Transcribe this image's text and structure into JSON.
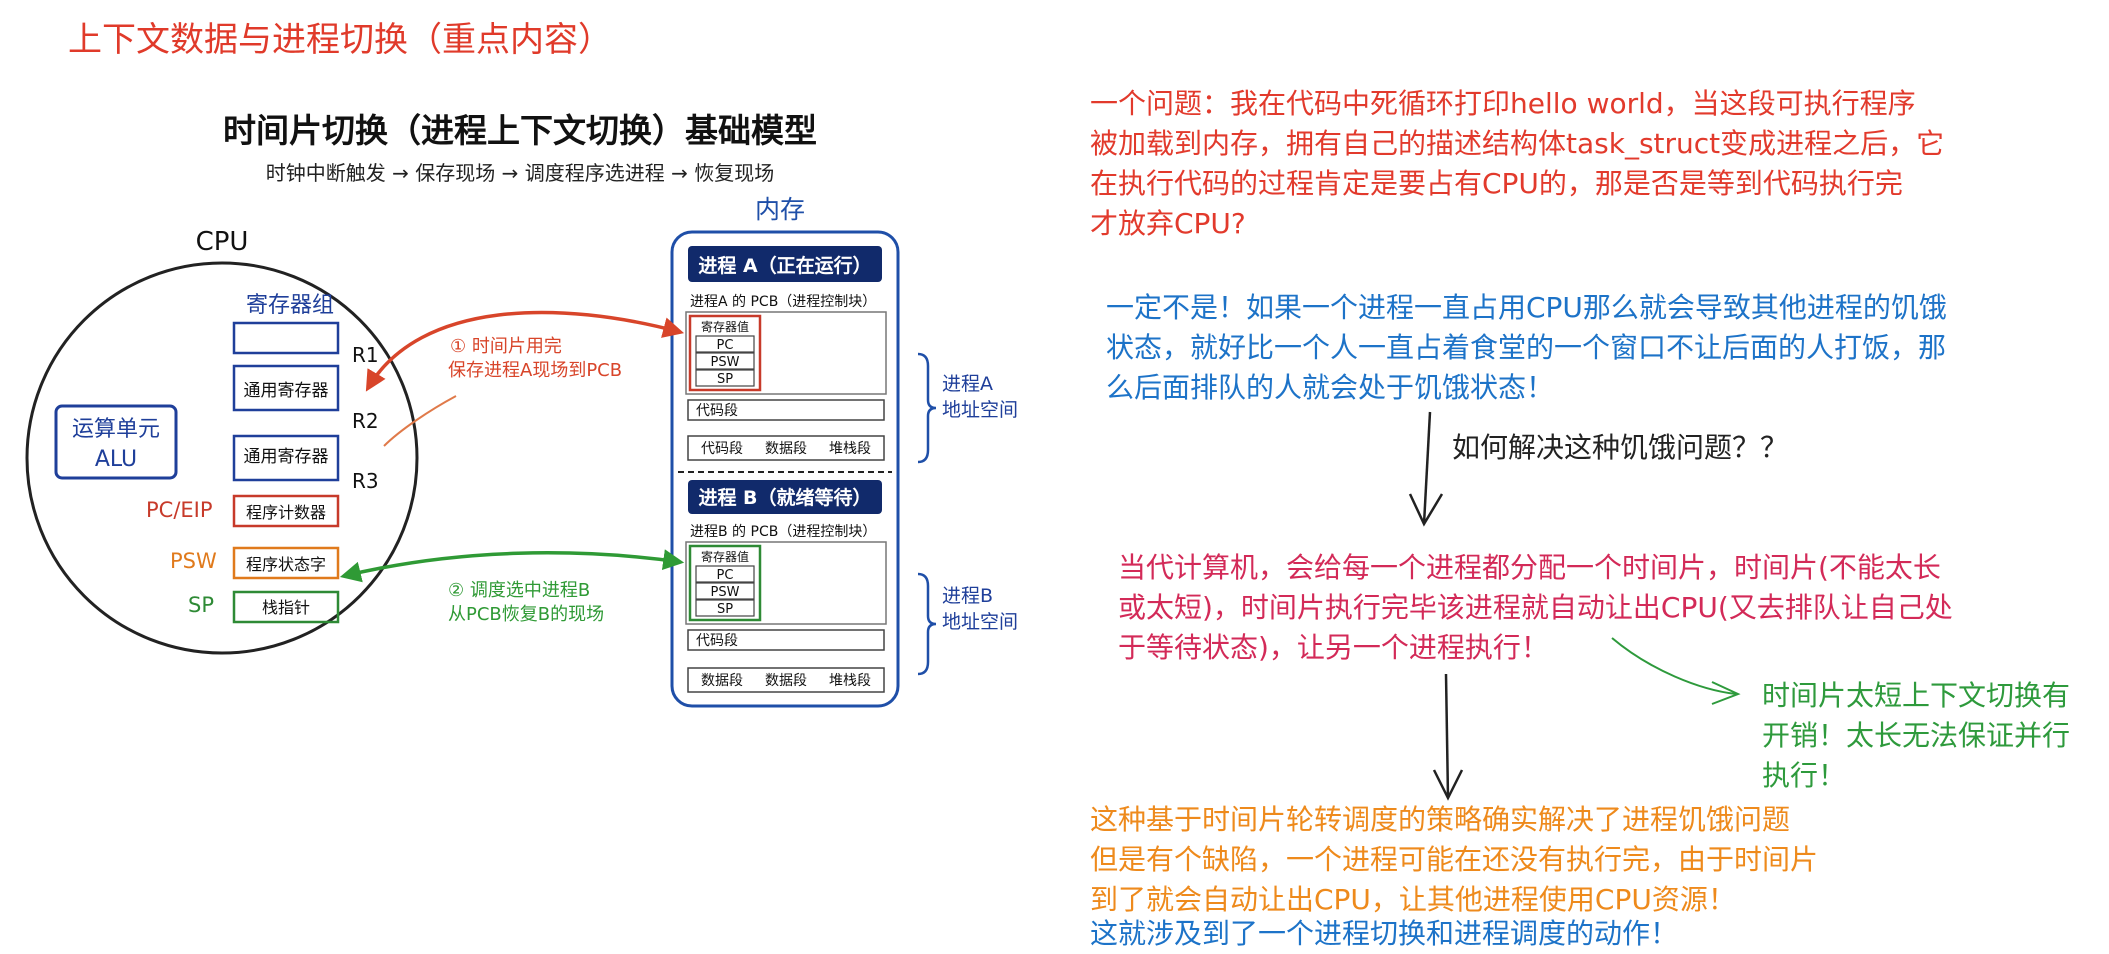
{
  "page_title": "上下文数据与进程切换（重点内容）",
  "colors": {
    "title_red": "#e03a2a",
    "question_red": "#e23a2c",
    "answer_blue": "#1d73c8",
    "dark_blue": "#1f3f9a",
    "magenta": "#d32a58",
    "green": "#2e9a3c",
    "orange": "#ee8a1c",
    "arrow_red": "#d8452a",
    "arrow_green": "#2f9a35",
    "navy_header": "#112a6b"
  },
  "diagram": {
    "title": "时间片切换（进程上下文切换）基础模型",
    "subtitle": "时钟中断触发 → 保存现场 → 调度程序选进程 → 恢复现场",
    "cpu": {
      "label": "CPU",
      "register_group_label": "寄存器组",
      "r1": "R1",
      "r2": "R2",
      "r3": "R3",
      "general_register_1": "通用寄存器",
      "general_register_2": "通用寄存器",
      "alu_line1": "运算单元",
      "alu_line2": "ALU",
      "pc_label": "PC/EIP",
      "pc_box": "程序计数器",
      "psw_label": "PSW",
      "psw_box": "程序状态字",
      "sp_label": "SP",
      "sp_box": "栈指针"
    },
    "memory": {
      "label": "内存",
      "process_a": {
        "header": "进程 A（正在运行）",
        "pcb_title": "进程A 的 PCB（进程控制块）",
        "reg_values": "寄存器值",
        "pc": "PC",
        "psw": "PSW",
        "sp": "SP",
        "code_segment": "代码段",
        "seg_code": "代码段",
        "seg_data": "数据段",
        "seg_stack": "堆栈段",
        "space_label_1": "进程A",
        "space_label_2": "地址空间"
      },
      "process_b": {
        "header": "进程 B（就绪等待）",
        "pcb_title": "进程B 的 PCB（进程控制块）",
        "reg_values": "寄存器值",
        "pc": "PC",
        "psw": "PSW",
        "sp": "SP",
        "code_segment": "代码段",
        "seg_data_1": "数据段",
        "seg_data_2": "数据段",
        "seg_stack": "堆栈段",
        "space_label_1": "进程B",
        "space_label_2": "地址空间"
      }
    },
    "arrow_save": {
      "line1": "① 时间片用完",
      "line2": "保存进程A现场到PCB"
    },
    "arrow_restore": {
      "line1": "② 调度选中进程B",
      "line2": "从PCB恢复B的现场"
    }
  },
  "notes": {
    "question": "一个问题：我在代码中死循环打印hello world，当这段可执行程序\n被加载到内存，拥有自己的描述结构体task_struct变成进程之后，它\n在执行代码的过程肯定是要占有CPU的，那是否是等到代码执行完\n才放弃CPU?",
    "answer": "一定不是！如果一个进程一直占用CPU那么就会导致其他进程的饥饿\n状态，就好比一个人一直占着食堂的一个窗口不让后面的人打饭，那\n么后面排队的人就会处于饥饿状态！",
    "how_to_solve": "如何解决这种饥饿问题？？",
    "time_slice": "当代计算机，会给每一个进程都分配一个时间片，时间片(不能太长\n或太短)，时间片执行完毕该进程就自动让出CPU(又去排队让自己处\n于等待状态)，让另一个进程执行！",
    "side_note": "时间片太短上下文切换有\n开销！太长无法保证并行\n执行！",
    "conclusion": "这种基于时间片轮转调度的策略确实解决了进程饥饿问题\n但是有个缺陷，一个进程可能在还没有执行完，由于时间片\n到了就会自动让出CPU，让其他进程使用CPU资源！",
    "final_line": "这就涉及到了一个进程切换和进程调度的动作！"
  }
}
